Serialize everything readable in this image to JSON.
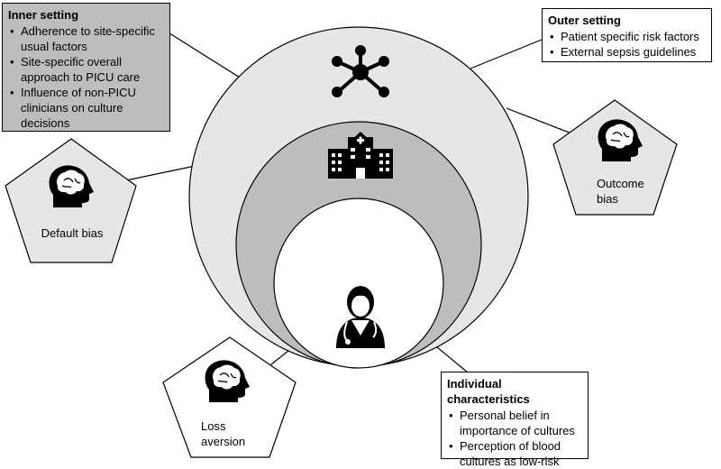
{
  "inner_setting": {
    "title": "Inner setting",
    "items": [
      "Adherence to site-specific usual factors",
      "Site-specific overall approach to PICU care",
      "Influence of non-PICU clinicians on culture decisions"
    ]
  },
  "outer_setting": {
    "title": "Outer setting",
    "items": [
      "Patient specific risk factors",
      "External sepsis guidelines"
    ]
  },
  "individual": {
    "title": "Individual characteristics",
    "items": [
      "Personal belief in importance of cultures",
      "Perception of blood cultures as low-risk"
    ]
  },
  "biases": {
    "default": "Default bias",
    "outcome": "Outcome bias",
    "loss": "Loss aversion"
  },
  "icons": {
    "network": "network-hub-icon",
    "hospital": "hospital-building-icon",
    "clinician": "clinician-icon",
    "brain": "brain-head-icon"
  },
  "colors": {
    "outer_ring": "#e6e6e6",
    "inner_ring": "#bdbdbd",
    "inner_box": "#bdbdbd",
    "core": "#ffffff",
    "pentagon": "#e6e6e6"
  }
}
